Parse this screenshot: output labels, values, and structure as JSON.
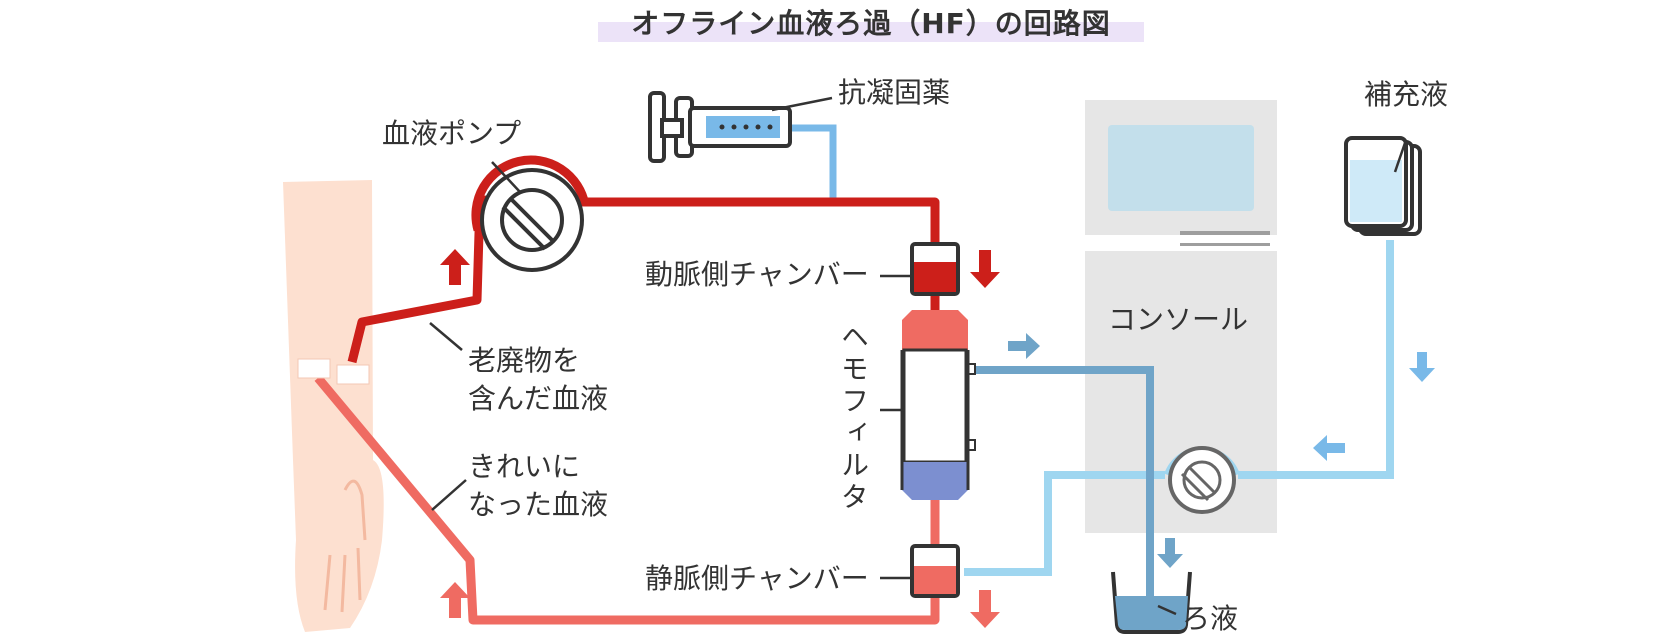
{
  "title": "オフライン血液ろ過（HF）の回路図",
  "labels": {
    "blood_pump": "血液ポンプ",
    "anticoagulant": "抗凝固薬",
    "arterial_chamber": "動脈側チャンバー",
    "venous_chamber": "静脈側チャンバー",
    "hemofilter": "ヘモフィルタ",
    "console": "コンソール",
    "replacement_fluid": "補充液",
    "waste_blood_line1": "老廃物を",
    "waste_blood_line2": "含んだ血液",
    "clean_blood_line1": "きれいに",
    "clean_blood_line2": "なった血液",
    "filtrate": "ろ液"
  },
  "colors": {
    "arterial_red": "#cc1f1a",
    "venous_red": "#ef6b62",
    "filtrate_blue": "#6fa4c8",
    "fluid_blue": "#9fd6f0",
    "filter_blue": "#7c8fd0",
    "console_gray": "#e6e6e6",
    "skin": "#fde0d0",
    "title_highlight": "#ece3f8"
  }
}
